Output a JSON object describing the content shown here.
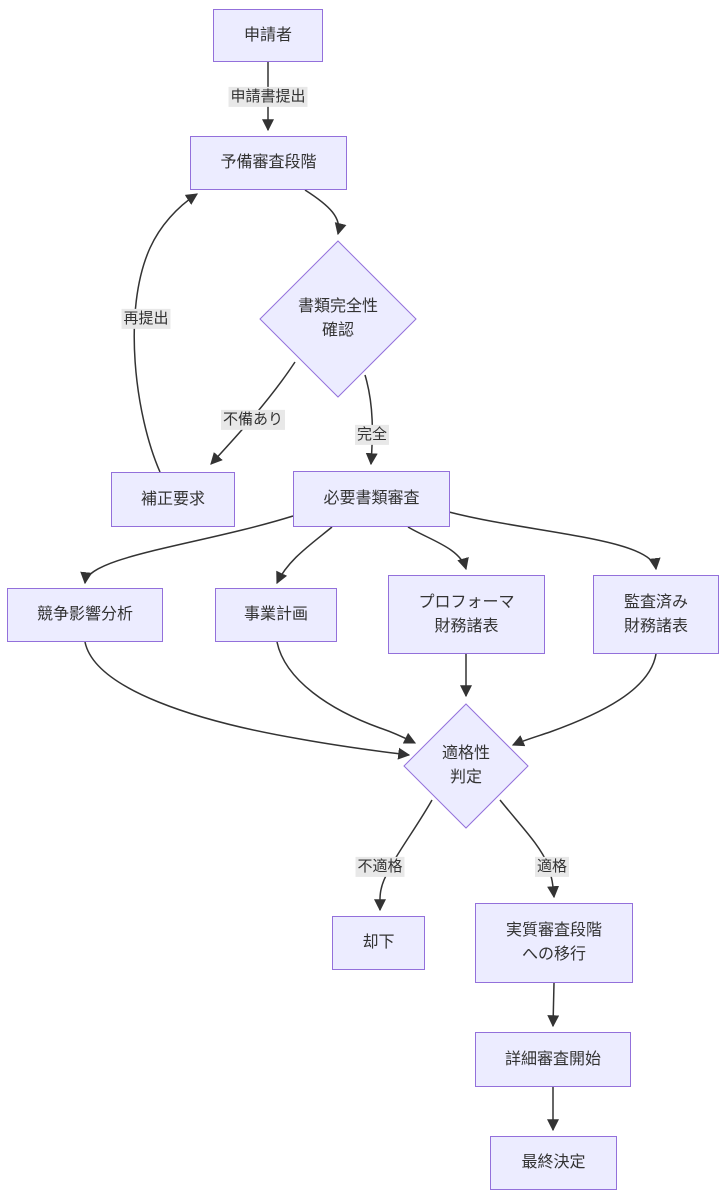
{
  "diagram": {
    "type": "flowchart",
    "direction": "top-to-bottom",
    "background": "#ffffff",
    "colors": {
      "node_fill": "#ECECFF",
      "node_border": "#9370DB",
      "edge_stroke": "#333333",
      "edge_label_bg": "#e8e8e8",
      "text": "#333333"
    },
    "nodes": [
      {
        "id": "applicant",
        "shape": "rect",
        "lines": [
          "申請者"
        ]
      },
      {
        "id": "preliminary",
        "shape": "rect",
        "lines": [
          "予備審査段階"
        ]
      },
      {
        "id": "completeness",
        "shape": "diamond",
        "lines": [
          "書類完全性",
          "確認"
        ]
      },
      {
        "id": "correction",
        "shape": "rect",
        "lines": [
          "補正要求"
        ]
      },
      {
        "id": "docreview",
        "shape": "rect",
        "lines": [
          "必要書類審査"
        ]
      },
      {
        "id": "competition",
        "shape": "rect",
        "lines": [
          "競争影響分析"
        ]
      },
      {
        "id": "bizplan",
        "shape": "rect",
        "lines": [
          "事業計画"
        ]
      },
      {
        "id": "proforma",
        "shape": "rect",
        "lines": [
          "プロフォーマ",
          "財務諸表"
        ]
      },
      {
        "id": "audited",
        "shape": "rect",
        "lines": [
          "監査済み",
          "財務諸表"
        ]
      },
      {
        "id": "eligibility",
        "shape": "diamond",
        "lines": [
          "適格性",
          "判定"
        ]
      },
      {
        "id": "reject",
        "shape": "rect",
        "lines": [
          "却下"
        ]
      },
      {
        "id": "substantive",
        "shape": "rect",
        "lines": [
          "実質審査段階",
          "への移行"
        ]
      },
      {
        "id": "detailed",
        "shape": "rect",
        "lines": [
          "詳細審査開始"
        ]
      },
      {
        "id": "final",
        "shape": "rect",
        "lines": [
          "最終決定"
        ]
      }
    ],
    "edges": [
      {
        "from": "applicant",
        "to": "preliminary",
        "label": "申請書提出"
      },
      {
        "from": "preliminary",
        "to": "completeness",
        "label": ""
      },
      {
        "from": "completeness",
        "to": "correction",
        "label": "不備あり"
      },
      {
        "from": "completeness",
        "to": "docreview",
        "label": "完全"
      },
      {
        "from": "correction",
        "to": "preliminary",
        "label": "再提出"
      },
      {
        "from": "docreview",
        "to": "competition",
        "label": ""
      },
      {
        "from": "docreview",
        "to": "bizplan",
        "label": ""
      },
      {
        "from": "docreview",
        "to": "proforma",
        "label": ""
      },
      {
        "from": "docreview",
        "to": "audited",
        "label": ""
      },
      {
        "from": "competition",
        "to": "eligibility",
        "label": ""
      },
      {
        "from": "bizplan",
        "to": "eligibility",
        "label": ""
      },
      {
        "from": "proforma",
        "to": "eligibility",
        "label": ""
      },
      {
        "from": "audited",
        "to": "eligibility",
        "label": ""
      },
      {
        "from": "eligibility",
        "to": "reject",
        "label": "不適格"
      },
      {
        "from": "eligibility",
        "to": "substantive",
        "label": "適格"
      },
      {
        "from": "substantive",
        "to": "detailed",
        "label": ""
      },
      {
        "from": "detailed",
        "to": "final",
        "label": ""
      }
    ]
  }
}
